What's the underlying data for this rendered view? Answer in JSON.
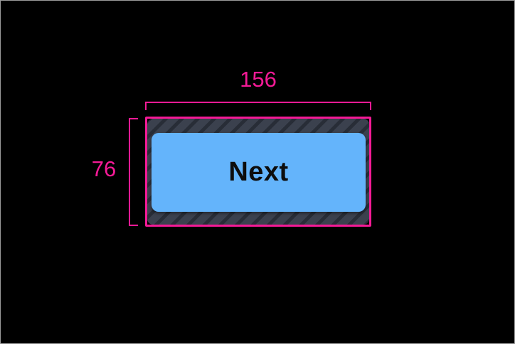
{
  "figure": {
    "button": {
      "label": "Next"
    },
    "annotations": {
      "width": {
        "value": "156"
      },
      "height": {
        "value": "76"
      }
    },
    "colors": {
      "annotation_pink": "#f41a96",
      "button_blue": "#64b4fb",
      "button_text": "#0d0d0d",
      "hatch_base": "#3b414e",
      "hatch_stripe": "#282d37",
      "background": "#000000",
      "frame_border": "#9c9c9c"
    }
  }
}
